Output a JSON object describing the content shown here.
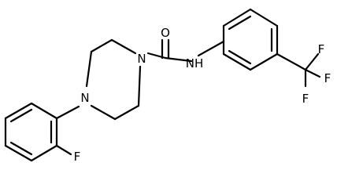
{
  "molecule": {
    "atoms": {
      "O": "O",
      "NH": "NH",
      "N_piperazine_carbonyl": "N",
      "N_piperazine_aryl": "N",
      "F_aryl": "F",
      "F1": "F",
      "F2": "F",
      "F3": "F"
    },
    "colors": {
      "bond": "#000000",
      "label": "#000000",
      "background": "#ffffff"
    }
  }
}
